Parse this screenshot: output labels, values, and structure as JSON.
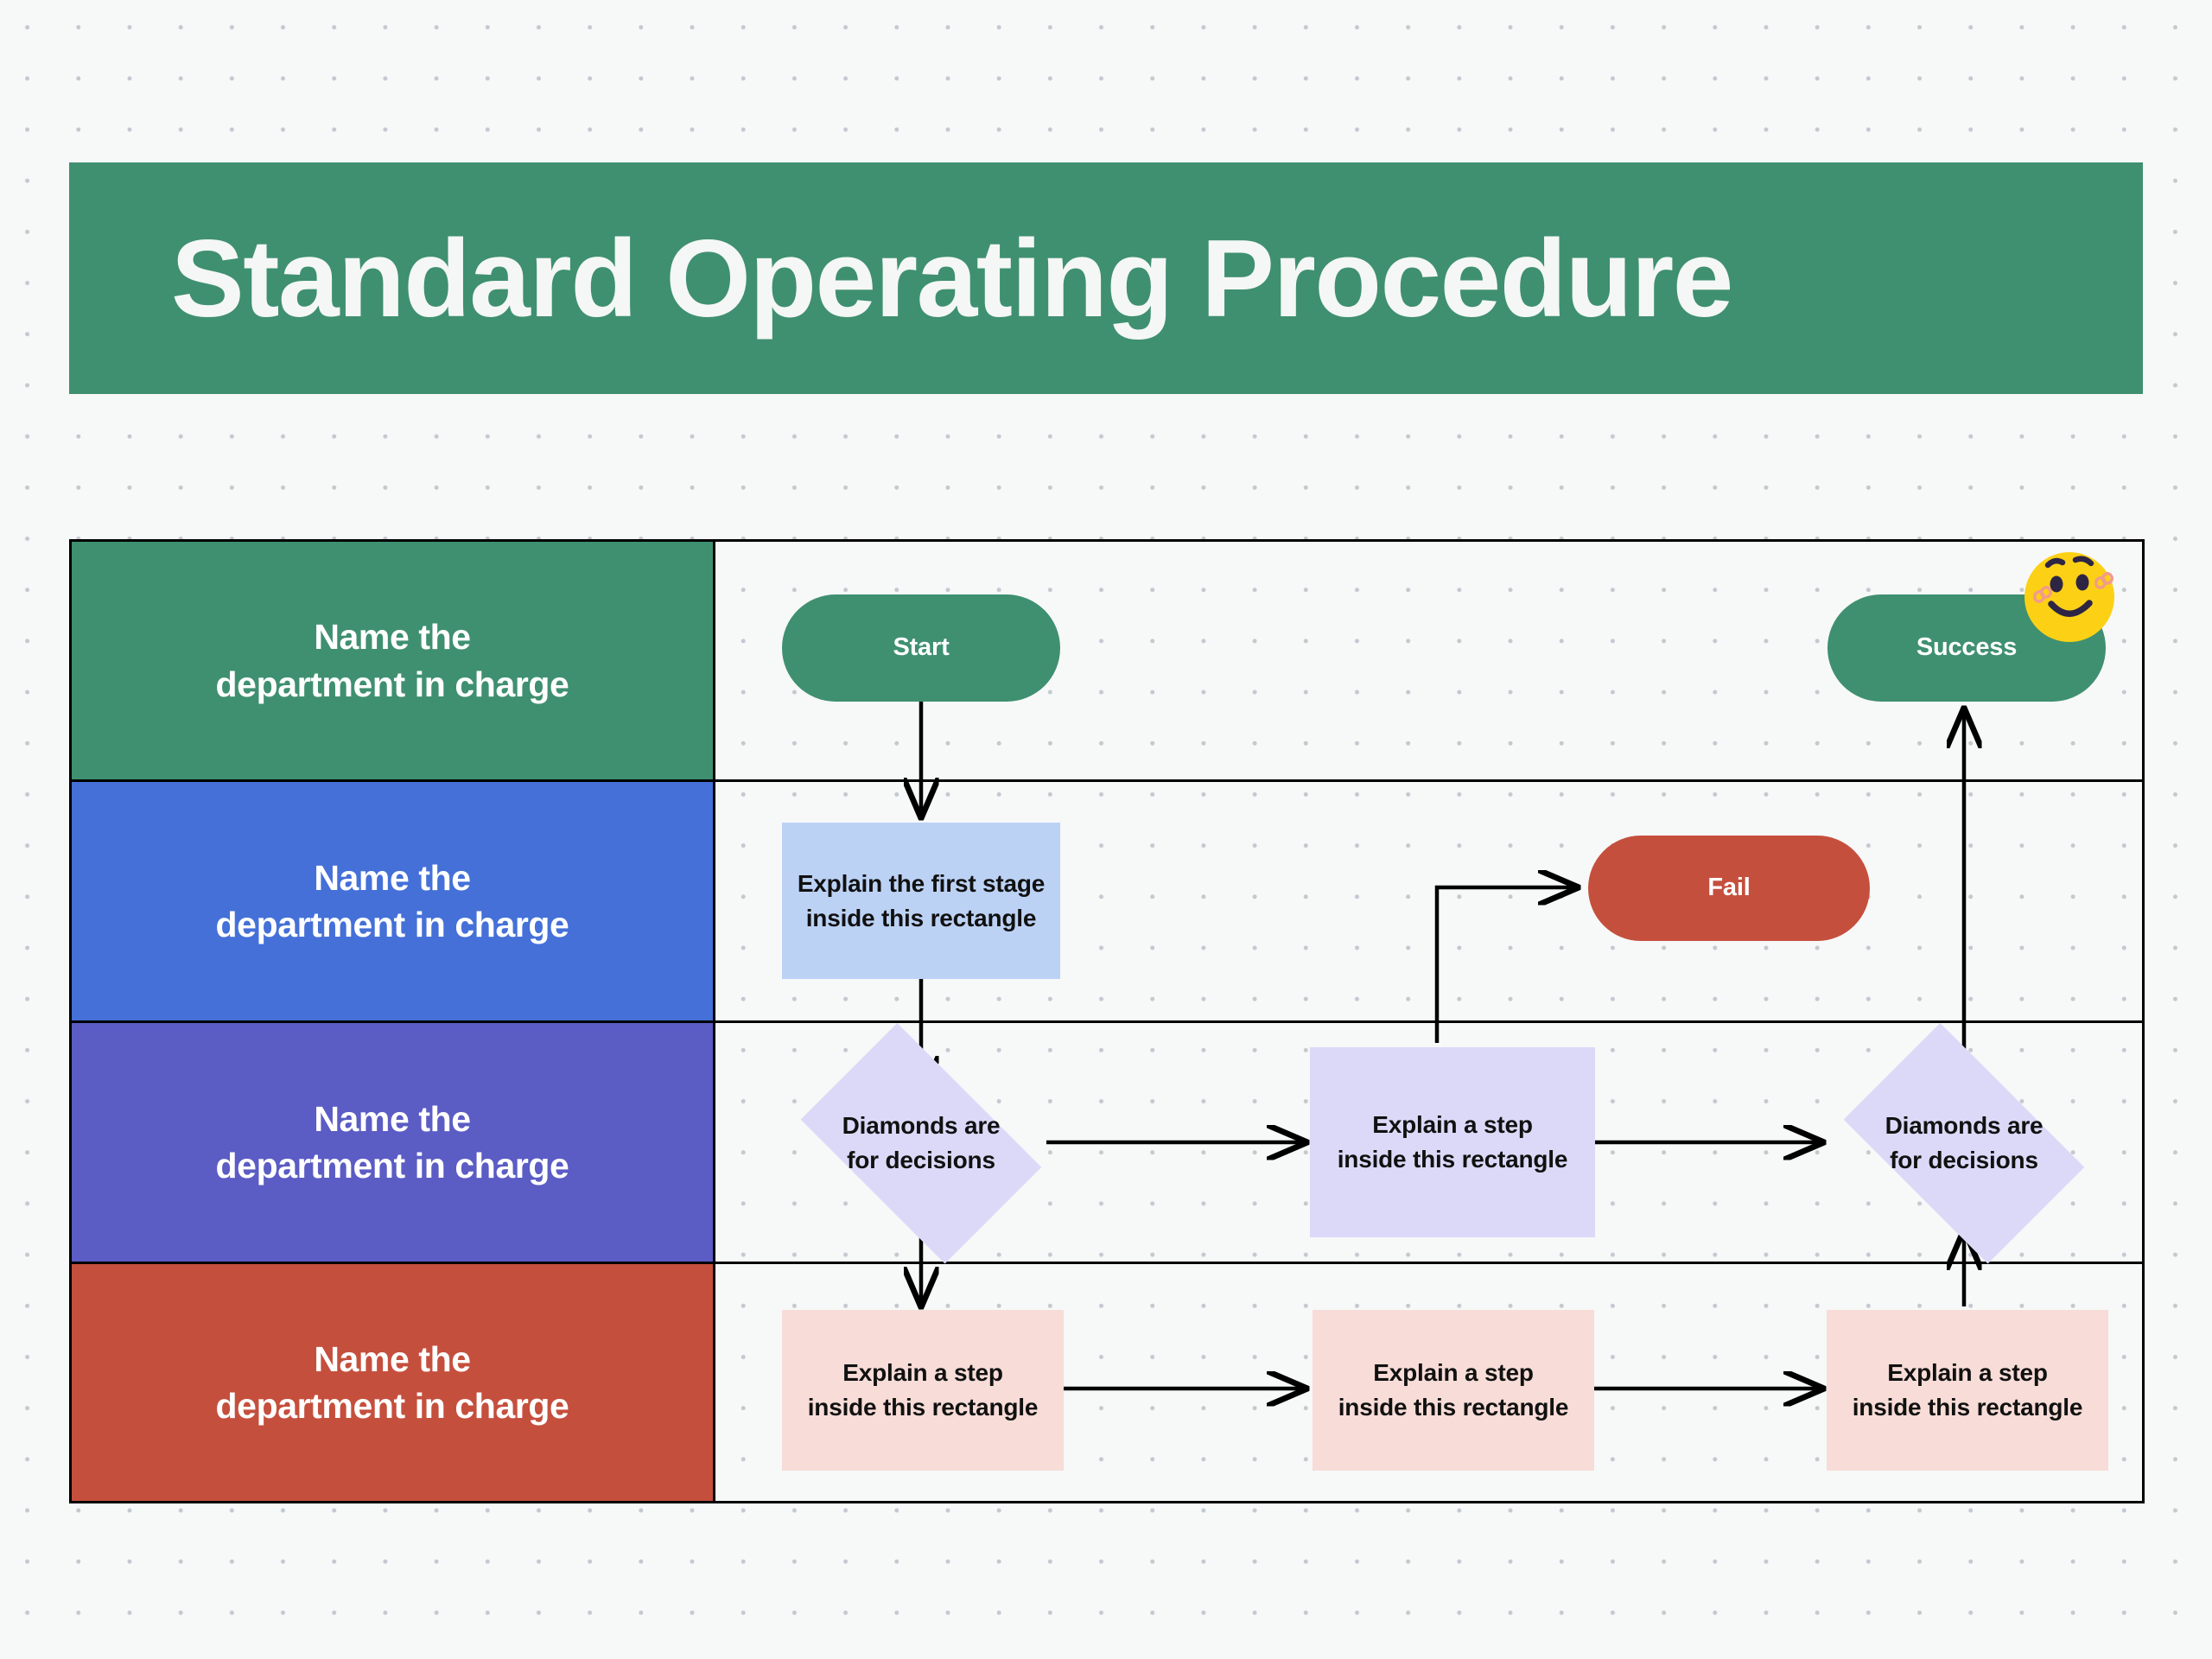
{
  "page": {
    "background_color": "#f7f8f8",
    "dot_color": "#c3c9cf"
  },
  "header": {
    "title": "Standard Operating Procedure",
    "band_color": "#3f9070",
    "text_color": "#f4f7f5"
  },
  "board": {
    "border_color": "#000000",
    "lanes": [
      {
        "id": "lane-green",
        "label_line1": "Name the",
        "label_line2": "department in charge",
        "color": "#3f9070"
      },
      {
        "id": "lane-blue",
        "label_line1": "Name the",
        "label_line2": "department in charge",
        "color": "#4470d8"
      },
      {
        "id": "lane-purple",
        "label_line1": "Name the",
        "label_line2": "department in charge",
        "color": "#5b5cc4"
      },
      {
        "id": "lane-red",
        "label_line1": "Name the",
        "label_line2": "department in charge",
        "color": "#c54f3d"
      }
    ]
  },
  "nodes": {
    "start": {
      "label": "Start",
      "shape": "pill",
      "color": "#3f9070",
      "text_color": "#ffffff"
    },
    "success": {
      "label": "Success",
      "shape": "pill",
      "color": "#3f9070",
      "text_color": "#ffffff"
    },
    "fail": {
      "label": "Fail",
      "shape": "pill",
      "color": "#c54f3d",
      "text_color": "#ffffff"
    },
    "first_stage": {
      "line1": "Explain the first stage",
      "line2": "inside this rectangle",
      "shape": "rectangle",
      "color": "#bcd2f5"
    },
    "decision_left": {
      "line1": "Diamonds are",
      "line2": "for decisions",
      "shape": "diamond",
      "color": "#dcd9f8"
    },
    "decision_right": {
      "line1": "Diamonds are",
      "line2": "for decisions",
      "shape": "diamond",
      "color": "#dcd9f8"
    },
    "step_mid_purple": {
      "line1": "Explain a step",
      "line2": "inside this rectangle",
      "shape": "rectangle",
      "color": "#dcd9f8"
    },
    "step_bottom_1": {
      "line1": "Explain a step",
      "line2": "inside this rectangle",
      "shape": "rectangle",
      "color": "#f7dcd7"
    },
    "step_bottom_2": {
      "line1": "Explain a step",
      "line2": "inside this rectangle",
      "shape": "rectangle",
      "color": "#f7dcd7"
    },
    "step_bottom_3": {
      "line1": "Explain a step",
      "line2": "inside this rectangle",
      "shape": "rectangle",
      "color": "#f7dcd7"
    }
  },
  "sticker": {
    "name": "smiley-face-sticker",
    "face_color": "#fcd115",
    "feature_color": "#2e2545",
    "blush_color": "#f29b8a"
  },
  "connectors": {
    "line_color": "#000000",
    "edges": [
      {
        "from": "start",
        "to": "first_stage",
        "style": "straight-down"
      },
      {
        "from": "first_stage",
        "to": "decision_left",
        "style": "straight-down"
      },
      {
        "from": "decision_left",
        "to": "step_bottom_1",
        "style": "straight-down"
      },
      {
        "from": "decision_left",
        "to": "step_mid_purple",
        "style": "straight-right"
      },
      {
        "from": "step_mid_purple",
        "to": "fail",
        "style": "elbow-up-right"
      },
      {
        "from": "step_mid_purple",
        "to": "decision_right",
        "style": "straight-right"
      },
      {
        "from": "step_bottom_1",
        "to": "step_bottom_2",
        "style": "straight-right"
      },
      {
        "from": "step_bottom_2",
        "to": "step_bottom_3",
        "style": "straight-right"
      },
      {
        "from": "step_bottom_3",
        "to": "decision_right",
        "style": "straight-up"
      },
      {
        "from": "decision_right",
        "to": "success",
        "style": "straight-up"
      }
    ]
  }
}
